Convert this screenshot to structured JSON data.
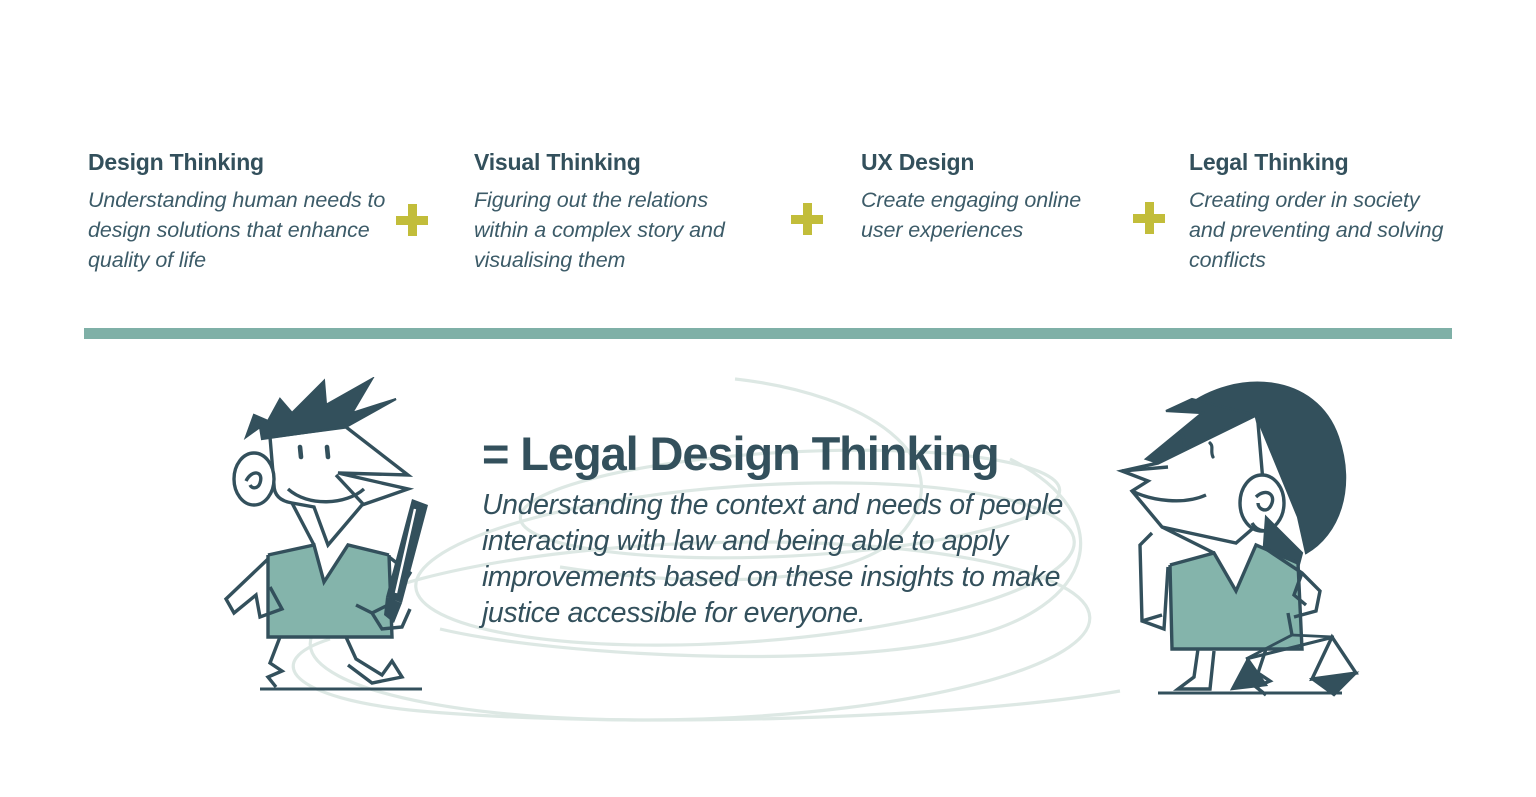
{
  "colors": {
    "ink": "#33505c",
    "accent_plus": "#c2bd3a",
    "divider": "#7fb0a7",
    "garment_teal": "#84b4ab",
    "swirl": "#dce8e4"
  },
  "concepts": [
    {
      "title": "Design Thinking",
      "description": "Understanding human needs to design solutions that enhance quality of life"
    },
    {
      "title": "Visual Thinking",
      "description": "Figuring out the relations within a complex story and visualising them"
    },
    {
      "title": "UX Design",
      "description": "Create engaging online user experiences"
    },
    {
      "title": "Legal Thinking",
      "description": "Creating order in society and preventing and solving conflicts"
    }
  ],
  "operators": [
    {
      "symbol": "+"
    },
    {
      "symbol": "+"
    },
    {
      "symbol": "+"
    }
  ],
  "result": {
    "title": "= Legal Design Thinking",
    "description": "Understanding the context and needs of people interacting with law and being able to apply improvements based on these insights to make justice accessible for everyone."
  },
  "illustrations": {
    "left": {
      "name": "man-with-pen",
      "description": "Stylised man with spiky dark hair and teal V-neck vest holding a pen"
    },
    "right": {
      "name": "woman-with-scales",
      "description": "Stylised woman with dark bob hair and teal V-neck top holding scales of justice"
    }
  }
}
